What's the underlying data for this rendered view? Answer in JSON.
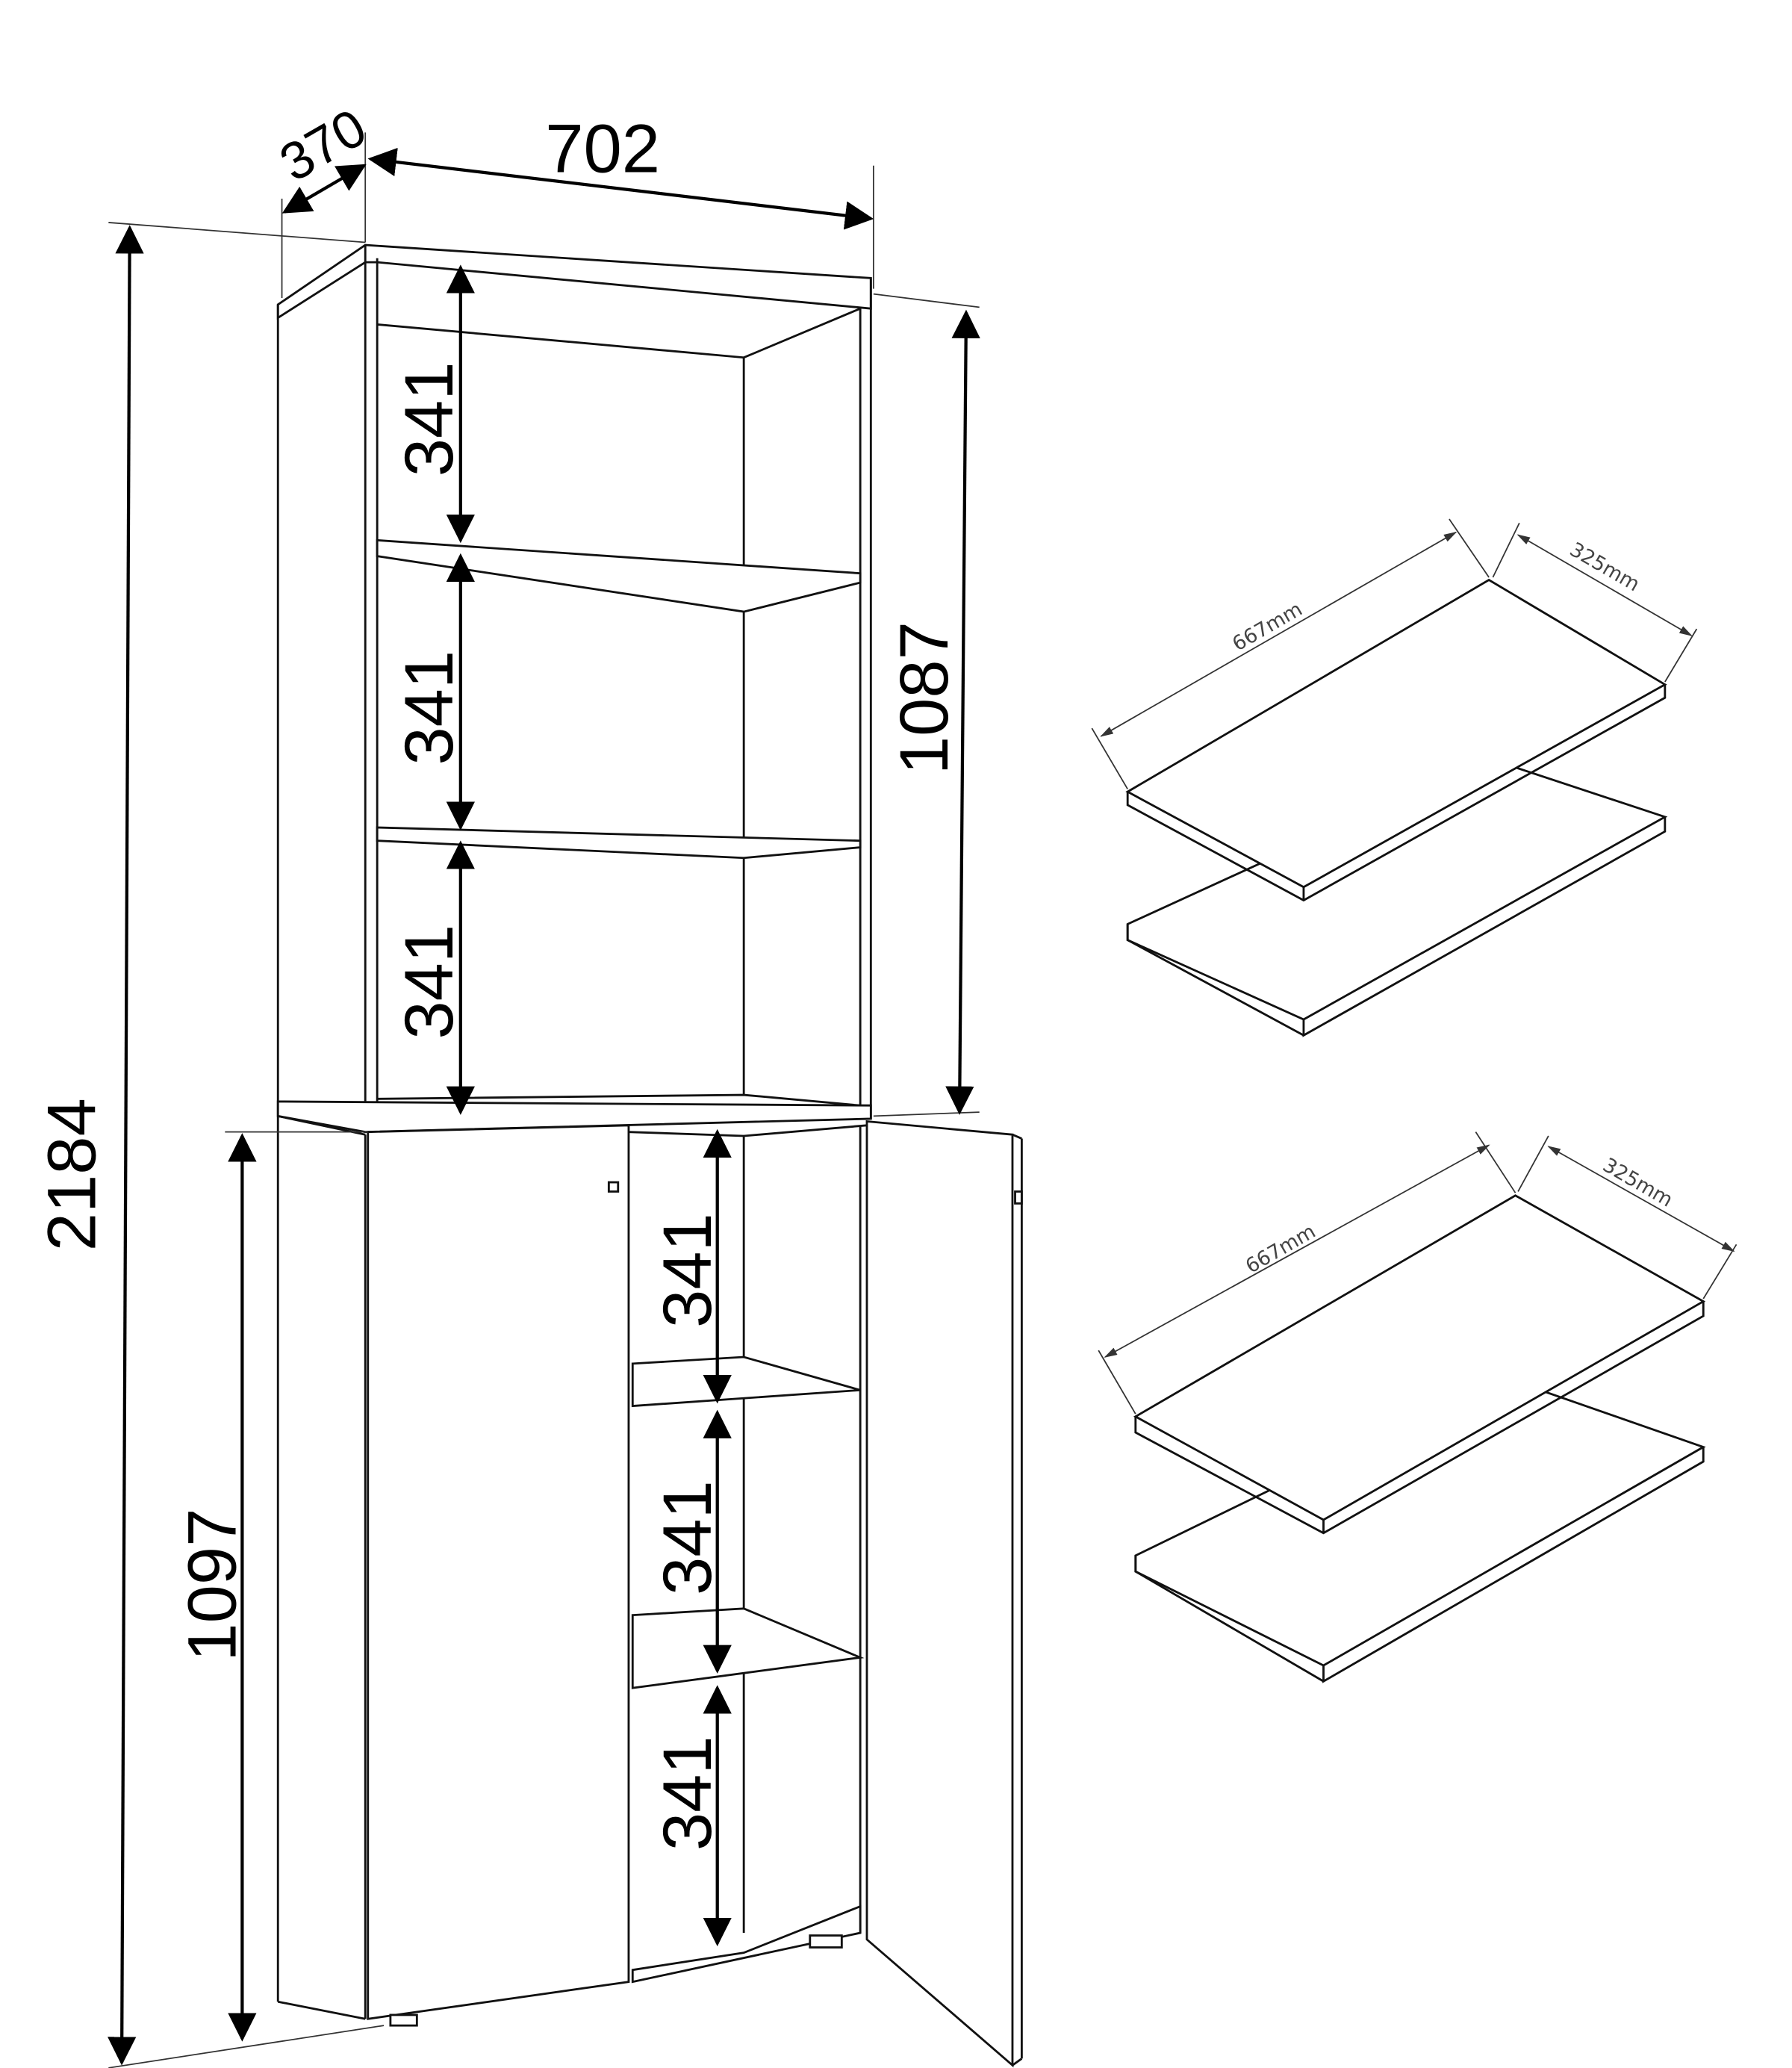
{
  "dimensions": {
    "depth": "370",
    "width": "702",
    "total_height": "2184",
    "upper_height": "1087",
    "lower_height": "1097",
    "shelf_spacing": [
      "341",
      "341",
      "341",
      "341",
      "341",
      "341"
    ]
  },
  "loose_shelves": [
    {
      "length": "667mm",
      "depth": "325mm"
    },
    {
      "length": "667mm",
      "depth": "325mm"
    }
  ]
}
